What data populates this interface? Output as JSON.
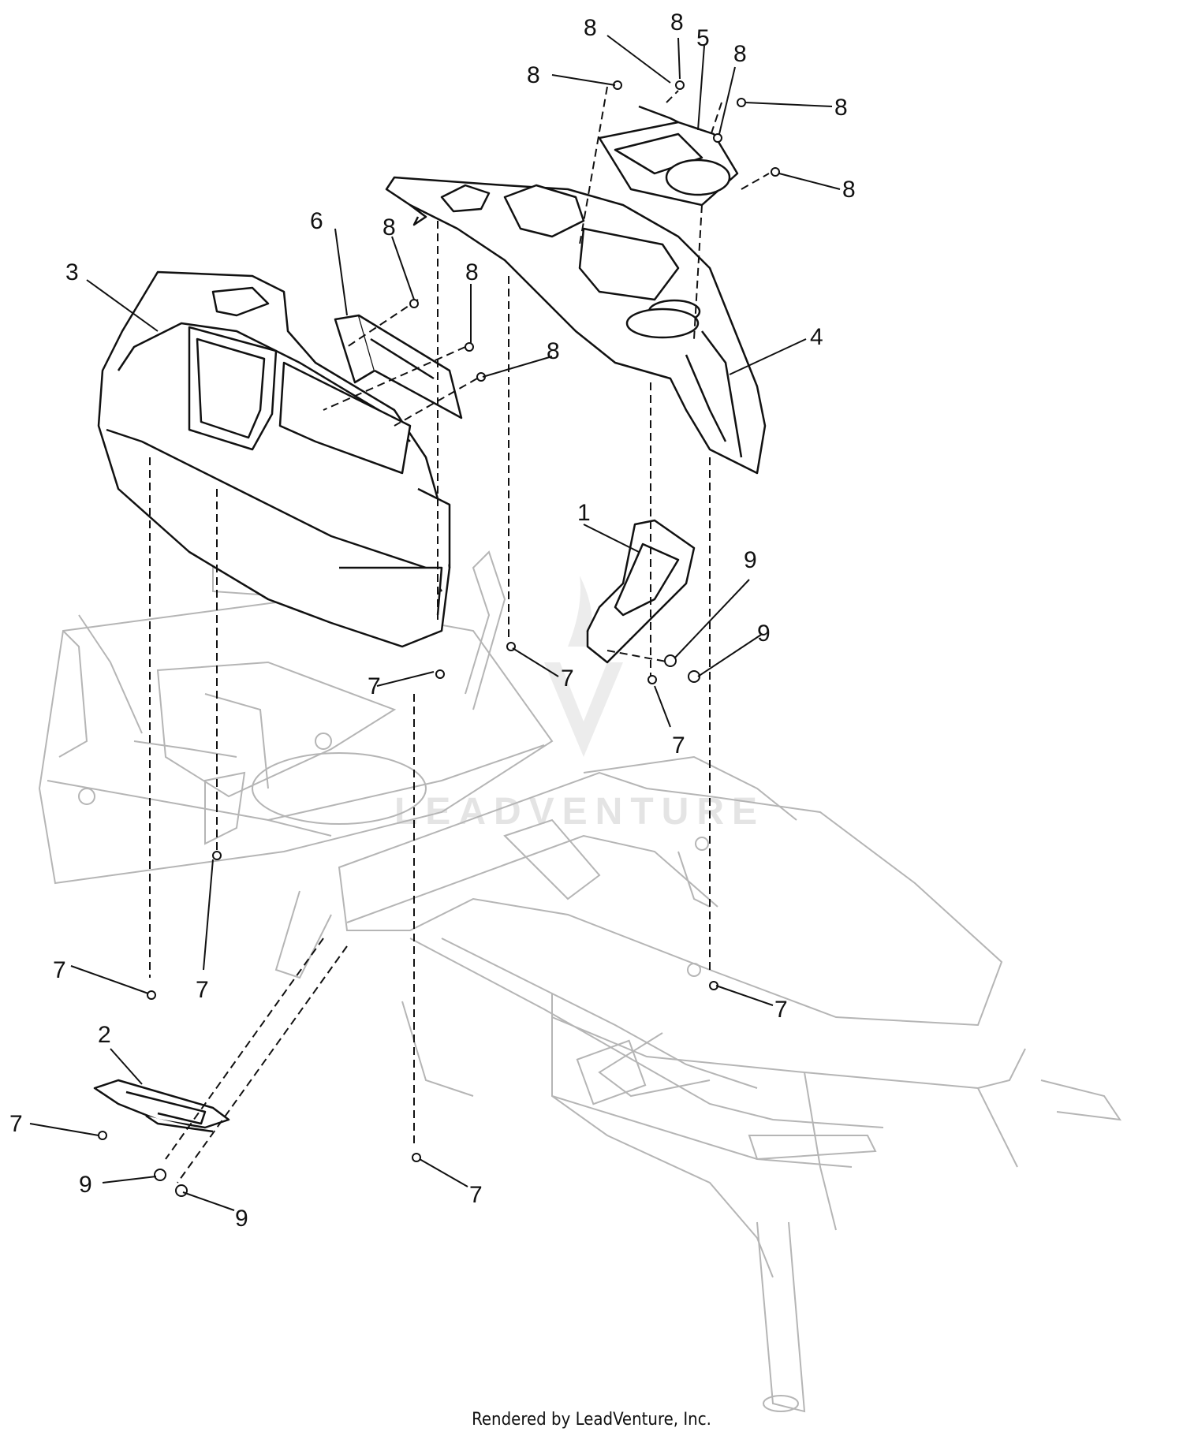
{
  "diagram": {
    "callouts": [
      "1",
      "2",
      "3",
      "4",
      "5",
      "6",
      "7",
      "8",
      "9"
    ],
    "watermark_text": "LEADVENTURE",
    "footer": "Rendered by LeadVenture, Inc."
  },
  "colors": {
    "line": "#111111",
    "frame": "#b5b5b5",
    "watermark": "#e6e6e6"
  }
}
